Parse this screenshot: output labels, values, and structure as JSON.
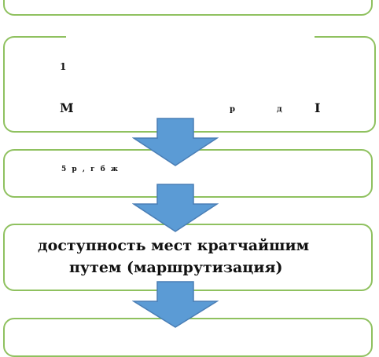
{
  "diagram": {
    "box1": {
      "text": ""
    },
    "box2": {
      "line1": "1",
      "line2a": "М",
      "line2b": "р",
      "line2c": "д",
      "line2d": "I"
    },
    "box3": {
      "text": "5    р    ,    г    б    ж"
    },
    "box4": {
      "line1": "доступность мест кратчайшим",
      "line2": "путем (маршрутизация)"
    },
    "box5": {
      "text": ""
    },
    "colors": {
      "border": "#8fc15f",
      "arrow_fill": "#5b9bd5",
      "arrow_stroke": "#4a7eb5"
    }
  }
}
